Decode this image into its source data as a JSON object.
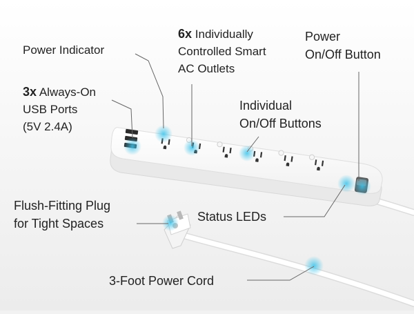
{
  "callouts": {
    "usb_ports": {
      "emphasis": "3x",
      "line1": "Always-On",
      "line2": "USB Ports",
      "line3": "(5V 2.4A)"
    },
    "power_indicator": {
      "text": "Power Indicator"
    },
    "smart_outlets": {
      "emphasis": "6x",
      "line1": "Individually",
      "line2": "Controlled Smart",
      "line3": "AC Outlets"
    },
    "power_button": {
      "line1": "Power",
      "line2": "On/Off Button"
    },
    "individual_buttons": {
      "line1": "Individual",
      "line2": "On/Off Buttons"
    },
    "flush_plug": {
      "line1": "Flush-Fitting Plug",
      "line2": "for Tight Spaces"
    },
    "status_leds": {
      "text": "Status LEDs"
    },
    "power_cord": {
      "text": "3-Foot Power Cord"
    }
  },
  "colors": {
    "background": "#f2f2f2",
    "strip": "#ffffff",
    "highlight": "#3fc3ea",
    "leader_line": "#666666",
    "text": "#222222"
  }
}
